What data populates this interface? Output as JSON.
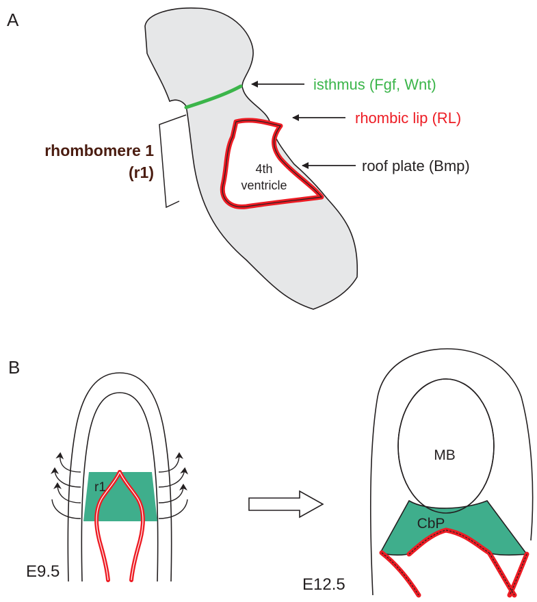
{
  "panels": {
    "a": {
      "letter": "A",
      "labels": {
        "isthmus": "isthmus (Fgf, Wnt)",
        "rhombic_lip": "rhombic lip (RL)",
        "roof_plate": "roof plate (Bmp)",
        "rhombomere_line1": "rhombomere 1",
        "rhombomere_line2": "(r1)",
        "ventricle_line1": "4th",
        "ventricle_line2": "ventricle"
      }
    },
    "b": {
      "letter": "B",
      "labels": {
        "stage_early": "E9.5",
        "stage_late": "E12.5",
        "r1": "r1",
        "midbrain": "MB",
        "cerebellar_primordium": "CbP"
      }
    }
  },
  "colors": {
    "tissue_fill": "#e6e7e8",
    "outline": "#231f20",
    "isthmus_green": "#3bb54a",
    "rhombic_lip_red": "#ed1c24",
    "r1_domain_teal": "#3fae8c",
    "rhombomere_label": "#4a1c10"
  }
}
